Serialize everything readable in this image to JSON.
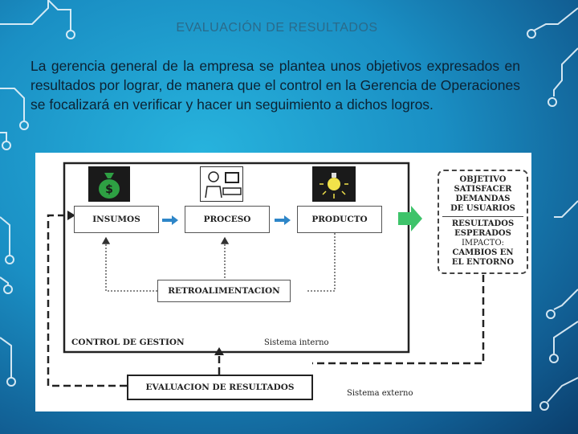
{
  "slide": {
    "title": "EVALUACIÓN DE RESULTADOS",
    "intro": "La gerencia general de la empresa se plantea unos objetivos expresados en resultados por lograr, de manera que el control en la Gerencia de Operaciones se focalizará en verificar y hacer un seguimiento a dichos logros."
  },
  "diagram": {
    "insumos": "INSUMOS",
    "proceso": "PROCESO",
    "producto": "PRODUCTO",
    "retroalimentacion": "RETROALIMENTACION",
    "control_gestion": "CONTROL DE GESTION",
    "sistema_interno": "Sistema interno",
    "evaluacion": "EVALUACION DE RESULTADOS",
    "sistema_externo": "Sistema externo",
    "money_symbol": "$",
    "objetivo": "OBJETIVO",
    "objetivo_desc_1": "SATISFACER",
    "objetivo_desc_2": "DEMANDAS",
    "objetivo_desc_3": "DE USUARIOS",
    "resultados_1": "RESULTADOS",
    "resultados_2": "ESPERADOS",
    "impacto_1": "IMPACTO:",
    "impacto_2": "CAMBIOS EN",
    "impacto_3": "EL ENTORNO",
    "colors": {
      "arrow": "#2e86c8",
      "green_arrow": "#3ec36a",
      "icon_bg": "#1a1a1a",
      "money_green": "#2ea043"
    }
  }
}
